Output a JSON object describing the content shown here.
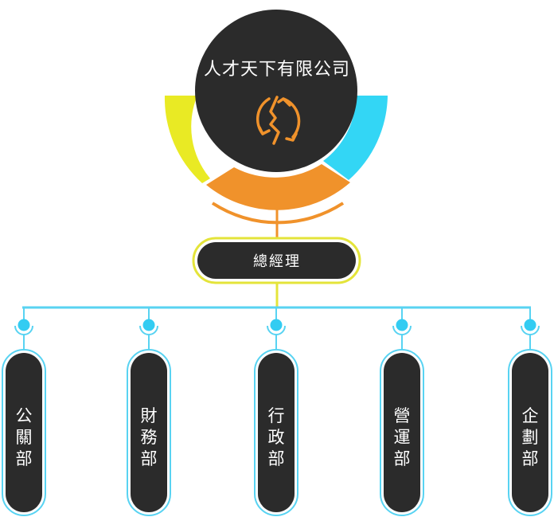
{
  "company": {
    "name": "人才天下有限公司",
    "icon": "refresh-face-icon"
  },
  "ceo": {
    "title": "總經理"
  },
  "departments": [
    {
      "chars": [
        "公",
        "關",
        "部"
      ]
    },
    {
      "chars": [
        "財",
        "務",
        "部"
      ]
    },
    {
      "chars": [
        "行",
        "政",
        "部"
      ]
    },
    {
      "chars": [
        "營",
        "運",
        "部"
      ]
    },
    {
      "chars": [
        "企",
        "劃",
        "部"
      ]
    }
  ],
  "colors": {
    "dark": "#2b2b2b",
    "yellow": "#e9ea24",
    "cyan": "#33d6f5",
    "orange": "#f0922b",
    "line_cyan": "#58d3f2",
    "ceo_border": "#e4e43a"
  }
}
